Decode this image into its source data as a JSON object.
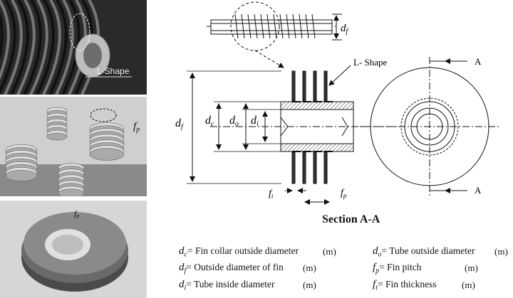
{
  "photos": {
    "top_label": "L-Shape",
    "mid_label_sym": "f",
    "mid_label_sub": "p",
    "bottom_label_sym": "f",
    "bottom_label_sub": "p"
  },
  "diagram": {
    "section_title": "Section A-A",
    "l_shape_label": "L- Shape",
    "section_marker": "A",
    "labels": {
      "d_f": {
        "sym": "d",
        "sub": "f"
      },
      "d_c": {
        "sym": "d",
        "sub": "c"
      },
      "d_o": {
        "sym": "d",
        "sub": "o"
      },
      "d_i": {
        "sym": "d",
        "sub": "i"
      },
      "f_i": {
        "sym": "f",
        "sub": "i"
      },
      "f_p": {
        "sym": "f",
        "sub": "p"
      }
    }
  },
  "legend": [
    {
      "sym": "d",
      "sub": "c",
      "text": "= Fin collar outside diameter",
      "unit": "(m)"
    },
    {
      "sym": "d",
      "sub": "o",
      "text": "= Tube outside diameter",
      "unit": "(m)"
    },
    {
      "sym": "d",
      "sub": "f",
      "text": "= Outside diameter of fin",
      "unit": "(m)"
    },
    {
      "sym": "f",
      "sub": "p",
      "text": "= Fin pitch",
      "unit": "(m)"
    },
    {
      "sym": "d",
      "sub": "i",
      "text": "= Tube inside diameter",
      "unit": "(m)"
    },
    {
      "sym": "f",
      "sub": "t",
      "text": "= Fin thickness",
      "unit": "(m)"
    }
  ],
  "colors": {
    "ink": "#111111",
    "photo_dark": "#3a3a3a",
    "metal": "#9a9a9a",
    "hatch": "#555555"
  }
}
